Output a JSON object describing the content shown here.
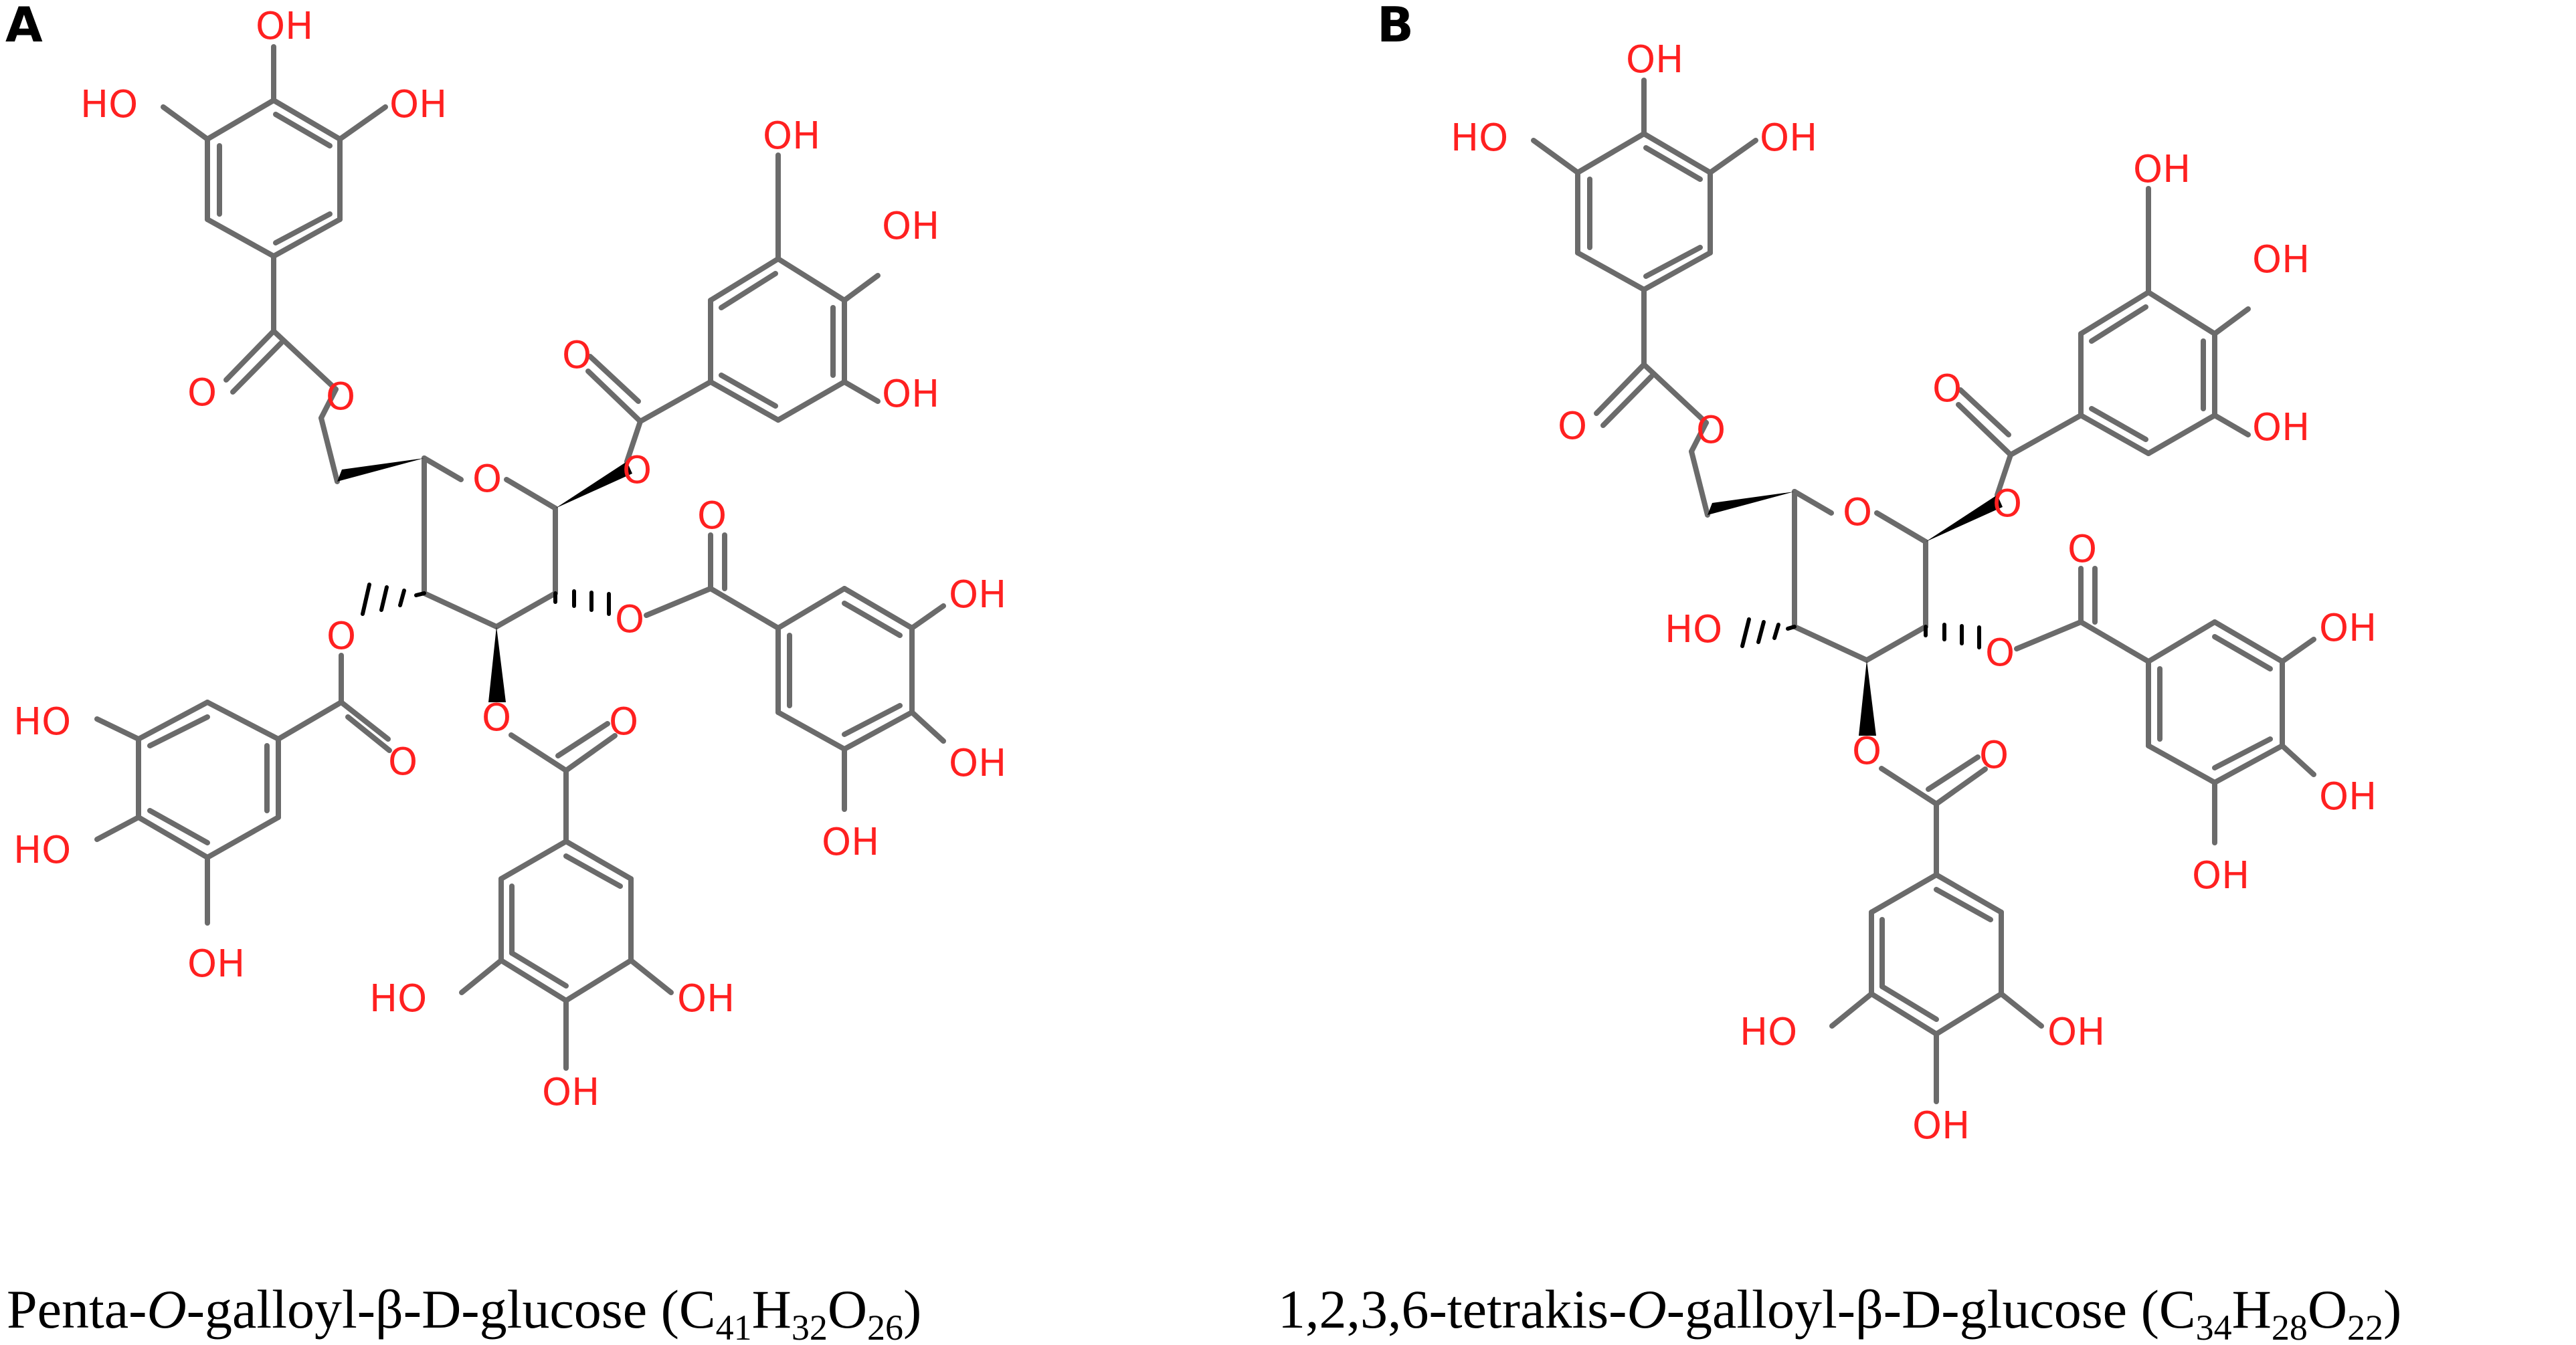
{
  "panels": {
    "a": {
      "label": "A",
      "caption": {
        "name_pre": "Penta-",
        "name_italic": "O",
        "name_post": "-galloyl-β-D-glucose",
        "formula": {
          "open": " (C",
          "c": "41",
          "h_sym": "H",
          "h": "32",
          "o_sym": "O",
          "o": "26",
          "close": ")"
        }
      }
    },
    "b": {
      "label": "B",
      "caption": {
        "name_pre": "1,2,3,6-tetrakis-",
        "name_italic": "O",
        "name_post": "-galloyl-β-D-glucose",
        "formula": {
          "open": " (C",
          "c": "34",
          "h_sym": "H",
          "h": "28",
          "o_sym": "O",
          "o": "22",
          "close": ")"
        }
      }
    }
  },
  "atoms": {
    "oh": "OH",
    "ho": "HO",
    "o": "O"
  },
  "colors": {
    "heteroatom": "#ff2020",
    "bond": "#6b6b6b",
    "stereo": "#000000"
  }
}
